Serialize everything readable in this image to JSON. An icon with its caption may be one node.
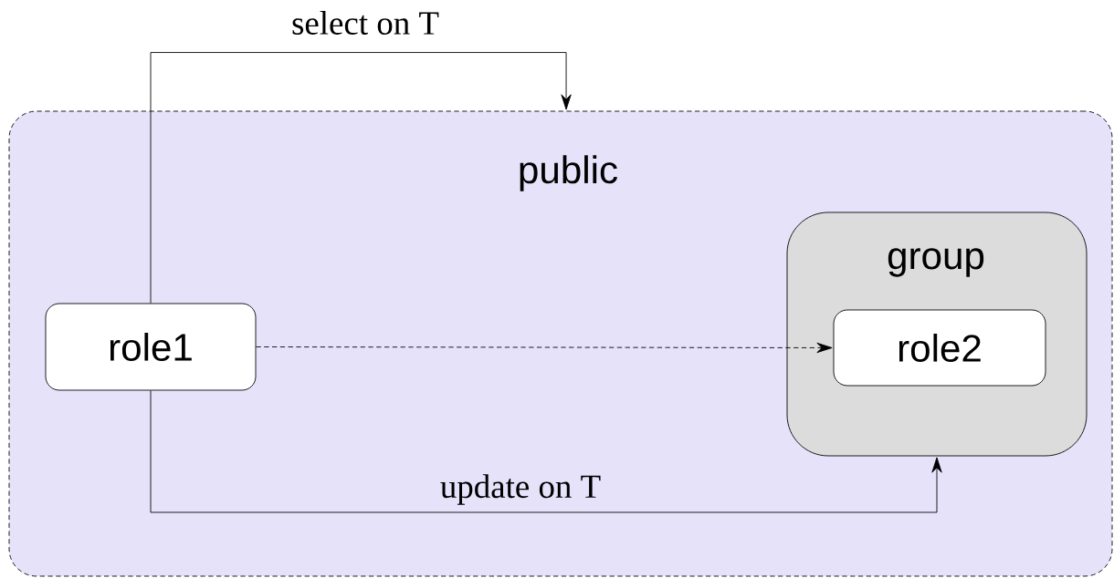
{
  "diagram": {
    "nodes": [
      {
        "text": [
          "public"
        ]
      },
      {
        "text": [
          "role1"
        ],
        "in": 0
      },
      {
        "text": [
          "group"
        ],
        "in": 0
      },
      {
        "text": [
          "role2"
        ],
        "in": 2
      }
    ],
    "edges": [
      {
        "from": 1,
        "to": 0,
        "arrow": "to",
        "label": "select on T"
      },
      {
        "from": 1,
        "to": 3,
        "arrow": "to",
        "style": "dashed"
      },
      {
        "from": 1,
        "to": 2,
        "arrow": "to",
        "label": "update on T"
      }
    ]
  }
}
